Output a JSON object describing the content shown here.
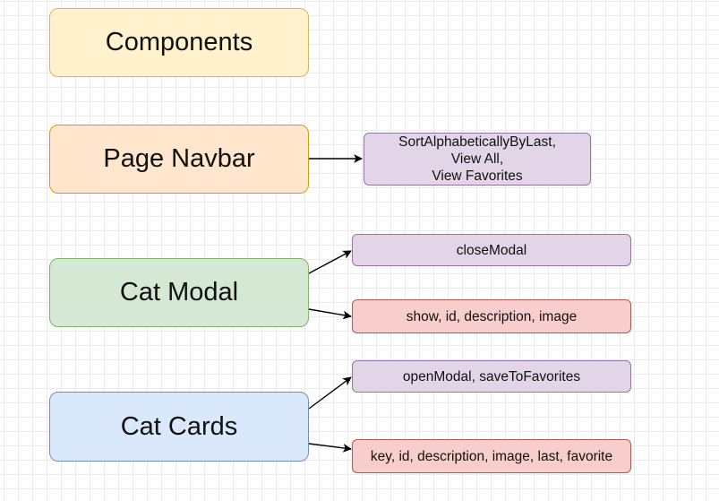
{
  "nodes": {
    "components": "Components",
    "page_navbar": "Page Navbar",
    "navbar_props": [
      "SortAlphabeticallyByLast,",
      "View All,",
      "View Favorites"
    ],
    "cat_modal": "Cat Modal",
    "close_modal": "closeModal",
    "modal_props": "show, id, description, image",
    "cat_cards": "Cat Cards",
    "cards_functions": "openModal, saveToFavorites",
    "cards_props": "key, id, description, image, last, favorite"
  },
  "colors": {
    "yellow_fill": "#fff2cc",
    "orange_fill": "#ffe6cc",
    "green_fill": "#d5e8d4",
    "blue_fill": "#dae8fc",
    "purple_fill": "#e1d5e7",
    "red_fill": "#f8cecc"
  }
}
